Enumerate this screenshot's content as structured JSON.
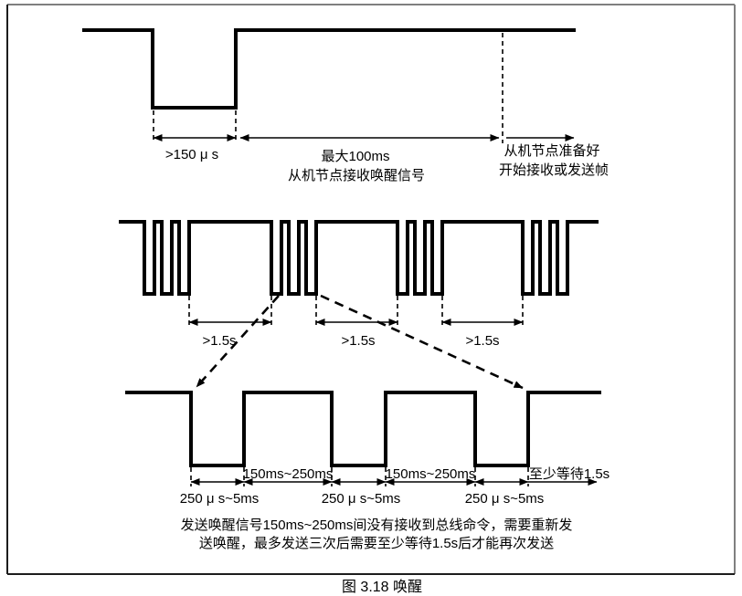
{
  "figure": {
    "caption": "图 3.18 唤醒"
  },
  "colors": {
    "line": "#000000",
    "border_gray": "#7f7f7f",
    "border_dark": "#1c1c1c",
    "background": "#ffffff"
  },
  "top_section": {
    "pulse_width_label": ">150 μ s",
    "max_label_line1": "最大100ms",
    "max_label_line2": "从机节点接收唤醒信号",
    "ready_label_line1": "从机节点准备好",
    "ready_label_line2": "开始接收或发送帧"
  },
  "middle_section": {
    "gap_labels": [
      ">1.5s",
      ">1.5s",
      ">1.5s"
    ]
  },
  "bottom_section": {
    "high_labels": [
      "150ms~250ms",
      "150ms~250ms"
    ],
    "low_labels": [
      "250 μ s~5ms",
      "250 μ s~5ms",
      "250 μ s~5ms"
    ],
    "wait_label": "至少等待1.5s"
  },
  "note": {
    "line1": "发送唤醒信号150ms~250ms间没有接收到总线命令，需要重新发",
    "line2": "送唤醒，最多发送三次后需要至少等待1.5s后才能再次发送"
  }
}
